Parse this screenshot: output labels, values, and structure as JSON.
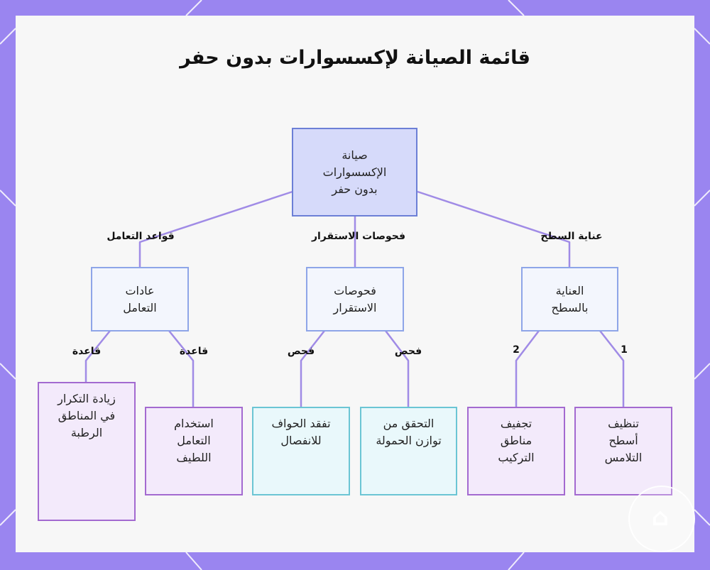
{
  "title": "قائمة الصيانة لإكسسوارات بدون حفر",
  "root": "صيانة الإكسسوارات بدون حفر",
  "branches": [
    {
      "label": "عناية السطح",
      "node": "العناية بالسطح",
      "leaves": [
        {
          "label": "1",
          "text": "تنظيف أسطح التلامس"
        },
        {
          "label": "2",
          "text": "تجفيف مناطق التركيب"
        }
      ]
    },
    {
      "label": "فحوصات الاستقرار",
      "node": "فحوصات الاستقرار",
      "leaves": [
        {
          "label": "فحص",
          "text": "التحقق من توازن الحمولة"
        },
        {
          "label": "فحص",
          "text": "تفقد الحواف للانفصال"
        }
      ]
    },
    {
      "label": "قواعد التعامل",
      "node": "عادات التعامل",
      "leaves": [
        {
          "label": "قاعدة",
          "text": "استخدام التعامل اللطيف"
        },
        {
          "label": "قاعدة",
          "text": "زيادة التكرار في المناطق الرطبة"
        }
      ]
    }
  ],
  "colors": {
    "frame": "#9a85f0",
    "edge": "#a08be6",
    "root_fill": "#d6dafa",
    "root_border": "#6c7fd6",
    "mid_border": "#8ea5e8",
    "leaf_purple_border": "#a36ad0",
    "leaf_cyan_border": "#6bc5d4"
  }
}
